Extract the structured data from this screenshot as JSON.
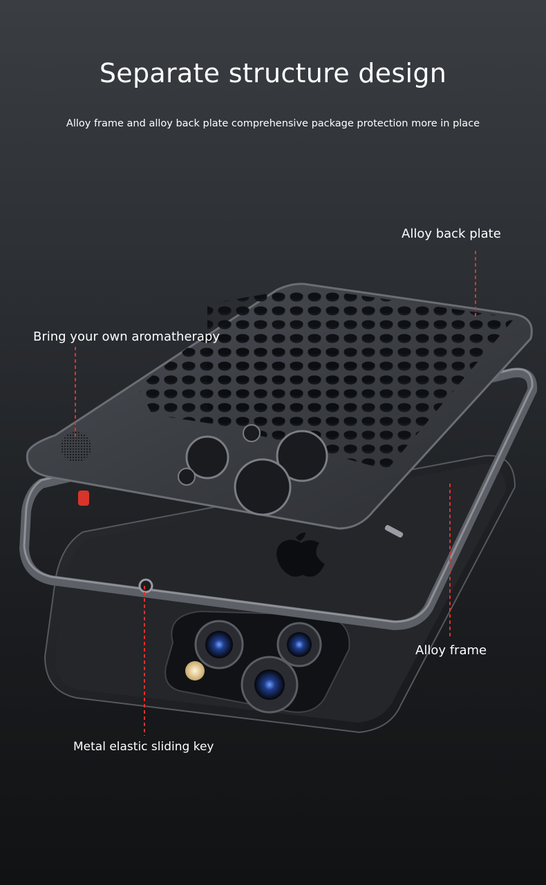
{
  "header": {
    "title": "Separate structure design",
    "subtitle": "Alloy frame and alloy back plate comprehensive package protection more in place"
  },
  "callouts": {
    "back_plate": "Alloy back plate",
    "aromatherapy": "Bring your own aromatherapy",
    "frame": "Alloy frame",
    "sliding_key": "Metal elastic sliding key"
  },
  "colors": {
    "leader_line": "#e0322c",
    "plate": "#3a3d42",
    "background_top": "#3a3e43",
    "background_bottom": "#111214",
    "accent_red_key": "#d8342a"
  },
  "icons": {
    "logo": "apple-logo-icon"
  }
}
